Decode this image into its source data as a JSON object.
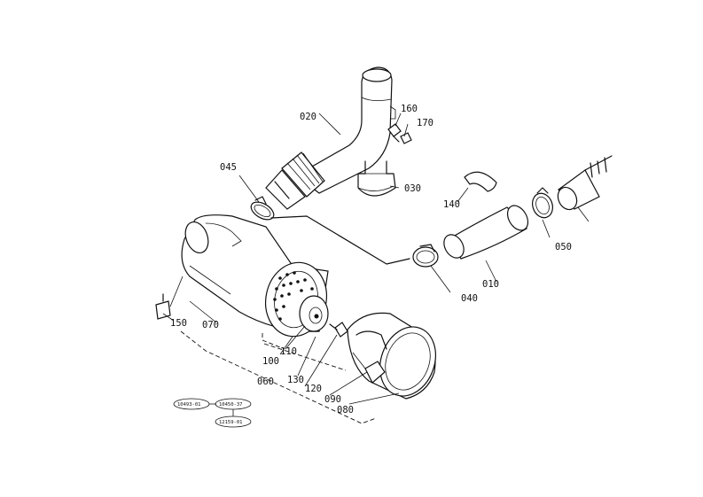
{
  "parts": {
    "p010": "010",
    "p020": "020",
    "p030": "030",
    "p040": "040",
    "p045": "045",
    "p050": "050",
    "p060": "060",
    "p070": "070",
    "p080": "080",
    "p090": "090",
    "p100": "100",
    "p110": "110",
    "p120": "120",
    "p130": "130",
    "p140": "140",
    "p150": "150",
    "p160": "160",
    "p170": "170"
  },
  "refs": {
    "r1": "10493-01",
    "r2": "10450-37",
    "r3": "12159-01"
  }
}
